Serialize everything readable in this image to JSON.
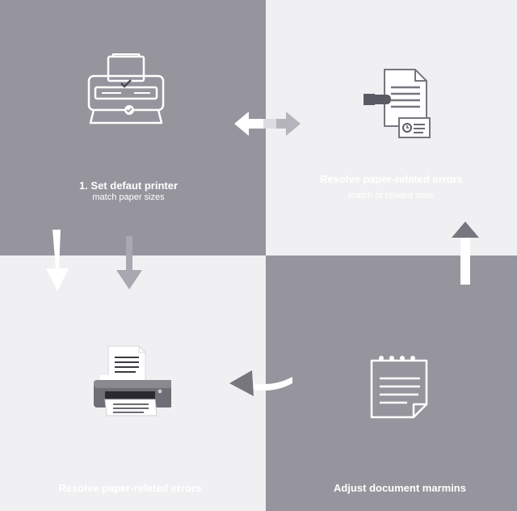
{
  "steps": {
    "set_default": {
      "title": "1. Set defaut printer",
      "subtitle": "match paper sizes"
    },
    "resolve_top": {
      "title": "Resolve paper-related errors",
      "subtitle": "match or related stam"
    },
    "resolve_bottom": {
      "title": "Resolve paper-related errors"
    },
    "adjust_margins": {
      "title": "Adjust document marmins"
    }
  },
  "colors": {
    "dark_panel": "#96959d",
    "light_panel": "#f0f0f2",
    "white": "#ffffff",
    "icon_gray": "#77767e"
  },
  "icons": {
    "printer_top": "printer-icon",
    "document_hand": "document-hand-icon",
    "printer_bottom": "printer-icon",
    "notepad": "notepad-icon"
  }
}
